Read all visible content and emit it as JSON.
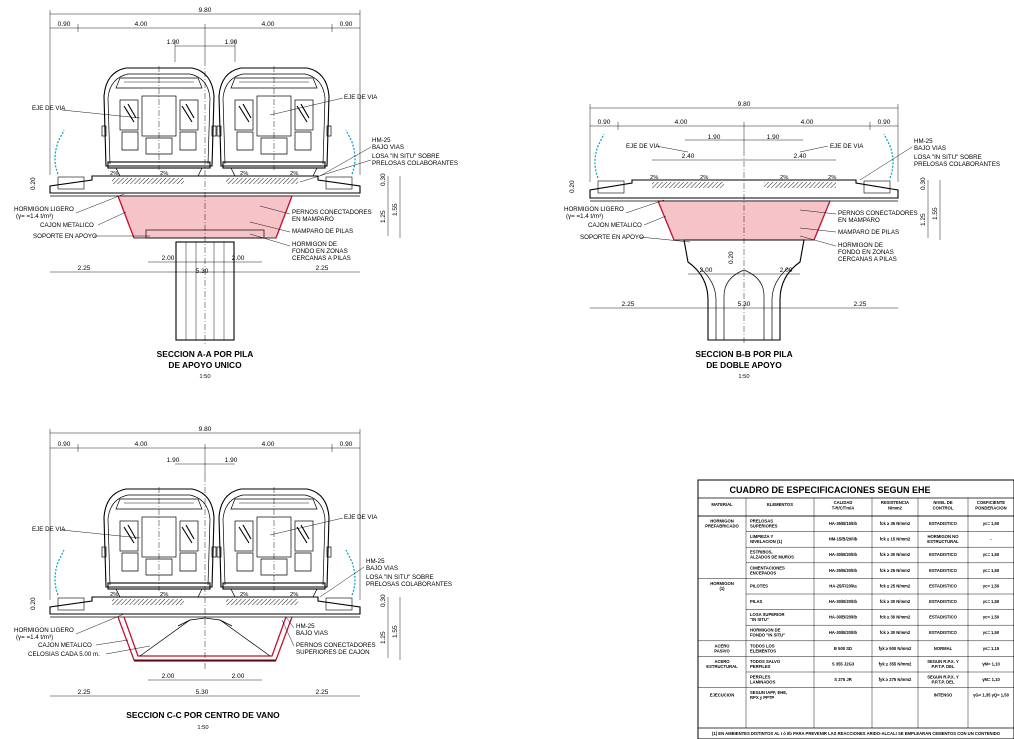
{
  "dims": {
    "total": "9.80",
    "side_a": "0.90",
    "half_a": "4.00",
    "half_b": "4.00",
    "side_b": "0.90",
    "eje_a": "1.90",
    "eje_b": "1.90",
    "pad_a": "2.40",
    "pad_b": "2.40",
    "slab_h": "0.30",
    "left_h": "0.20",
    "web_h": "1.25",
    "tot_h": "1.55",
    "bot_a": "2.25",
    "bot_mid": "5.30",
    "bot_b": "2.25",
    "inner_a": "2.00",
    "inner_b": "2.00",
    "pier_h": "0.20",
    "slope": "2%"
  },
  "labels": {
    "eje_via": "EJE DE VIA",
    "hm25": "HM-25",
    "bajo_vias": "BAJO VIAS",
    "losa_1": "LOSA \"IN SITU\" SOBRE",
    "losa_2": "PRELOSAS COLABORANTES",
    "horm_1": "HORMIGON LIGERO",
    "horm_2": "(γ= =1.4 t/m³)",
    "cajon": "CAJON METALICO",
    "soporte": "SOPORTE EN APOYO",
    "pernos_1": "PERNOS CONECTADORES",
    "pernos_2": "EN MAMPARO",
    "mamparo": "MAMPARO DE PILAS",
    "hf_1": "HORMIGON DE",
    "hf_2": "FONDO EN ZONAS",
    "hf_3": "CERCANAS A PILAS",
    "celosias": "CELOSIAS CADA 5.00 m.",
    "pernos_c1": "PERNOS CONECTADORES",
    "pernos_c2": "SUPERIORES DE CAJON"
  },
  "sections": {
    "a_title1": "SECCION A-A POR PILA",
    "a_title2": "DE APOYO UNICO",
    "b_title1": "SECCION B-B POR PILA",
    "b_title2": "DE DOBLE APOYO",
    "c_title1": "SECCION C-C POR CENTRO DE VANO",
    "scale": "1:50"
  },
  "table": {
    "title": "CUADRO DE ESPECIFICACIONES SEGUN EHE",
    "headers": [
      "MATERIAL",
      "ELEMENTOS",
      "CALIDAD T-R/C/Tm/A",
      "RESISTENCIA N/mm2",
      "NIVEL DE CONTROL",
      "COEFICIENTE PONDERACION"
    ],
    "rows": [
      [
        "HORMIGON PREFABRICADO",
        "PRELOSAS SUPERIORES",
        "HA-35/B/15/IIb",
        "fck ≥ 35 N/mm2",
        "ESTADISTICO",
        "γc= 1,50"
      ],
      [
        "",
        "LIMPIEZA Y NIVELACION (1)",
        "HM-15/B/20/IIb",
        "fck ≥ 15 N/mm2",
        "HORMIGON NO ESTRUCTURAL",
        "-"
      ],
      [
        "",
        "ESTRIBOS, ALZADOS DE MUROS",
        "HA-30/B/20/IIb",
        "fck ≥ 30 N/mm2",
        "ESTADISTICO",
        "γc= 1,50"
      ],
      [
        "",
        "CIMENTACIONES ENCEPADOS",
        "HA-25/B/20/IIb",
        "fck ≥ 25 N/mm2",
        "ESTADISTICO",
        "γc= 1,50"
      ],
      [
        "HORMIGON (1)",
        "PILOTES",
        "HA-25/F/20/IIa",
        "fck ≥ 25 N/mm2",
        "ESTADISTICO",
        "γc= 1,50"
      ],
      [
        "",
        "PILAS",
        "HA-30/B/20/IIb",
        "fck ≥ 30 N/mm2",
        "ESTADISTICO",
        "γc= 1,50"
      ],
      [
        "",
        "LOSA SUPERIOR \"IN SITU\"",
        "HA-30/B/20/IIb",
        "fck ≥ 30 N/mm2",
        "ESTADISTICO",
        "γc= 1,50"
      ],
      [
        "",
        "HORMIGON DE FONDO \"IN SITU\"",
        "HA-30/B/20/IIb",
        "fck ≥ 30 N/mm2",
        "ESTADISTICO",
        "γc= 1,50"
      ],
      [
        "ACERO PASIVO",
        "TODOS LOS ELEMENTOS",
        "B 500 SD",
        "fyk ≥ 500 N/mm2",
        "NORMAL",
        "γs= 1,15"
      ],
      [
        "ACERO ESTRUCTURAL",
        "TODOS SALVO PERFILES LAMINADOS",
        "S 355 J2G3",
        "fyk ≥ 355 N/mm2",
        "SEGUN R.P.X. Y P.P.T.P. DEL PROYECTO",
        "γM= 1,10"
      ],
      [
        "",
        "PERFILES LAMINADOS",
        "S 275 JR",
        "fyk ≥ 275 N/mm2",
        "SEGUN R.P.X. Y P.P.T.P. DEL PROYECTO",
        "γM= 1,10"
      ],
      [
        "EJECUCION",
        "SEGUN IAPF, EHE, RPX y PPTP",
        "",
        "",
        "INTENSO",
        "γG= 1,35 γQ= 1,50"
      ]
    ],
    "footnote": "(1) EN AMBIENTES DISTINTOS AL I ó IIb PARA PREVENIR LAS REACCIONES ARIDO-ALCALI SE EMPLEARAN CEMENTOS CON UN CONTENIDO"
  }
}
